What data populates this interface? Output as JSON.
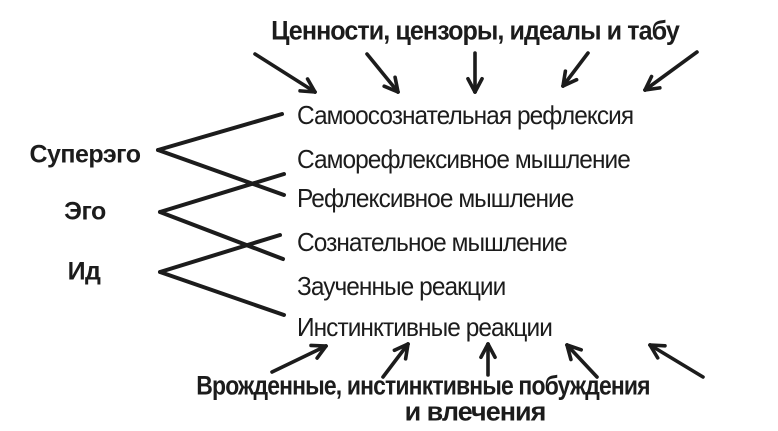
{
  "figure": {
    "colors": {
      "ink": "#1c1c1c",
      "background": "#ffffff"
    },
    "top_caption": {
      "text": "Ценности, цензоры, идеалы и табу"
    },
    "bottom_caption": {
      "line1": "Врожденные, инстинктивные побуждения",
      "line2": "и влечения"
    },
    "freud_labels": [
      {
        "id": "superego",
        "text": "Суперэго"
      },
      {
        "id": "ego",
        "text": "Эго"
      },
      {
        "id": "id",
        "text": "Ид"
      }
    ],
    "levels": [
      {
        "text": "Самоосознательная рефлексия"
      },
      {
        "text": "Саморефлексивное мышление"
      },
      {
        "text": "Рефлексивное мышление"
      },
      {
        "text": "Сознательное мышление"
      },
      {
        "text": "Заученные реакции"
      },
      {
        "text": "Инстинктивные реакции"
      }
    ],
    "geometry": {
      "connectors": [
        [
          158,
          150,
          282,
          114
        ],
        [
          158,
          150,
          284,
          195
        ],
        [
          160,
          212,
          284,
          174
        ],
        [
          160,
          212,
          283,
          259
        ],
        [
          160,
          272,
          280,
          235
        ],
        [
          160,
          272,
          284,
          315
        ]
      ],
      "top_arrows": [
        [
          255,
          54,
          315,
          92
        ],
        [
          367,
          54,
          398,
          92
        ],
        [
          475,
          53,
          475,
          92
        ],
        [
          588,
          53,
          563,
          86
        ],
        [
          697,
          52,
          645,
          90
        ]
      ],
      "bottom_arrows": [
        [
          272,
          372,
          326,
          346
        ],
        [
          383,
          377,
          408,
          344
        ],
        [
          488,
          375,
          488,
          344
        ],
        [
          597,
          377,
          567,
          345
        ],
        [
          703,
          377,
          650,
          345
        ]
      ],
      "connector_width": 4,
      "arrow_width": 3.6,
      "arrowhead_length": 15,
      "arrowhead_angle_deg": 28
    }
  }
}
